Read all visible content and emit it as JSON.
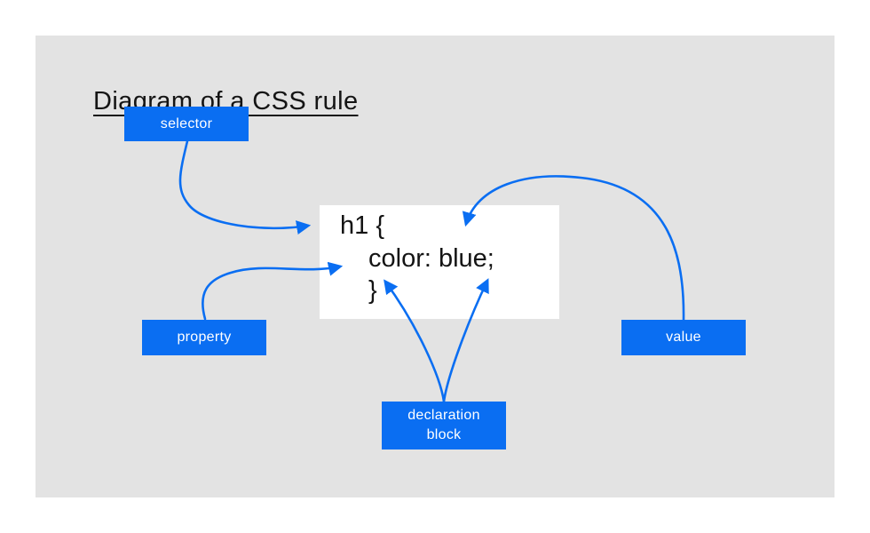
{
  "title": "Diagram of a CSS rule",
  "labels": {
    "selector": "selector",
    "property": "property",
    "value": "value",
    "declaration_block": "declaration block"
  },
  "code": {
    "line1": "h1 {",
    "line2": "color: blue;",
    "line3": "}"
  },
  "colors": {
    "accent_blue": "#0a6ef2",
    "panel_gray": "#e3e3e3",
    "code_bg": "#ffffff",
    "text_dark": "#141414",
    "label_text": "#ffffff"
  }
}
